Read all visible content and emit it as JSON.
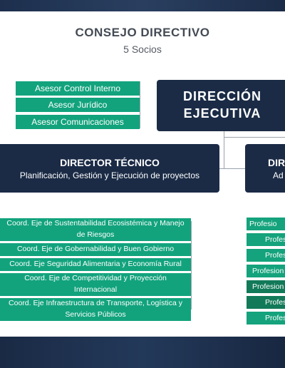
{
  "header": {
    "title": "CONSEJO DIRECTIVO",
    "subtitle": "5 Socios"
  },
  "advisors": [
    "Asesor Control Interno",
    "Asesor Jurídico",
    "Asesor Comunicaciones"
  ],
  "executive": {
    "line1": "DIRECCIÓN",
    "line2": "EJECUTIVA"
  },
  "technical_director": {
    "title": "DIRECTOR TÉCNICO",
    "subtitle": "Planificación, Gestión y Ejecución de proyectos"
  },
  "admin_director": {
    "title_partial": "DIR",
    "subtitle_partial": "Ad"
  },
  "coordinators": [
    {
      "line1": "Coord. Eje de Sustentabilidad Ecosistémica y Manejo",
      "line2": "de Riesgos"
    },
    {
      "line1": "Coord. Eje de Gobernabilidad y Buen Gobierno",
      "line2": ""
    },
    {
      "line1": "Coord. Eje Seguridad Alimentaria y Economía Rural",
      "line2": ""
    },
    {
      "line1": "Coord. Eje de Competitividad y Proyección",
      "line2": "Internacional"
    },
    {
      "line1": "Coord. Eje Infraestructura de Transporte, Logística y",
      "line2": "Servicios Públicos"
    }
  ],
  "professionals": [
    {
      "label": "Profesio",
      "color": "#14a37c"
    },
    {
      "label": "Profes",
      "color": "#14a37c"
    },
    {
      "label": "Profes",
      "color": "#14a37c"
    },
    {
      "label": "Profesion",
      "color": "#14a37c"
    },
    {
      "label": "Profesion",
      "color": "#127a58"
    },
    {
      "label": "Profes",
      "color": "#127a58"
    },
    {
      "label": "Profes",
      "color": "#14a37c"
    }
  ]
}
